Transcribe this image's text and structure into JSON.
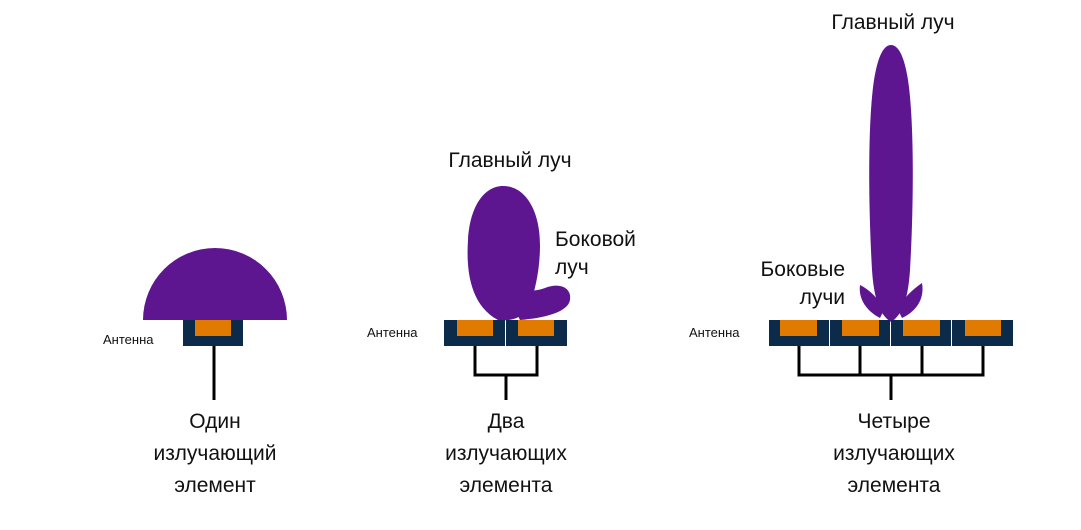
{
  "colors": {
    "beam": "#5e1690",
    "antenna": "#0c2a4a",
    "element": "#e07a00",
    "line": "#000000"
  },
  "single": {
    "antenna_label": "Антенна",
    "caption": [
      "Один",
      "излучающий",
      "элемент"
    ]
  },
  "double": {
    "antenna_label": "Антенна",
    "main_beam": "Главный луч",
    "side_beam": [
      "Боковой",
      "луч"
    ],
    "caption": [
      "Два",
      "излучающих",
      "элемента"
    ]
  },
  "quad": {
    "antenna_label": "Антенна",
    "main_beam": "Главный луч",
    "side_beams": [
      "Боковые",
      "лучи"
    ],
    "caption": [
      "Четыре",
      "излучающих",
      "элемента"
    ]
  }
}
